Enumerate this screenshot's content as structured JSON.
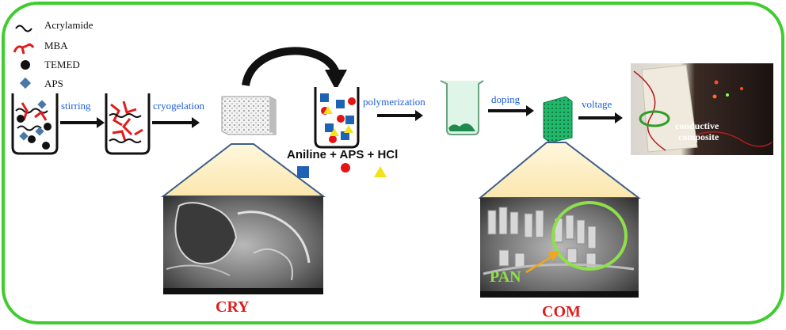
{
  "legend": {
    "items": [
      {
        "label": "Acrylamide",
        "icon": "black-wavy-line-icon",
        "color": "#111111"
      },
      {
        "label": "MBA",
        "icon": "red-branched-line-icon",
        "color": "#e21b1b"
      },
      {
        "label": "TEMED",
        "icon": "black-dot-icon",
        "color": "#111111"
      },
      {
        "label": "APS",
        "icon": "blue-diamond-icon",
        "color": "#4a78a8"
      }
    ]
  },
  "steps": {
    "stirring": "stirring",
    "cryogelation": "cryogelation",
    "polymerization": "polymerization",
    "doping": "doping",
    "voltage": "voltage"
  },
  "reagents": "Aniline + APS + HCl",
  "labels": {
    "cry": "CRY",
    "com": "COM",
    "pan": "PAN"
  },
  "photo": {
    "line1": "conductive",
    "line2": "composite"
  },
  "colors": {
    "border": "#3fcc2e",
    "step_text": "#1f5fd6",
    "sem_label": "#e21b1b",
    "pan_label": "#8ee04a",
    "highlight_circle": "#8ee04a"
  }
}
